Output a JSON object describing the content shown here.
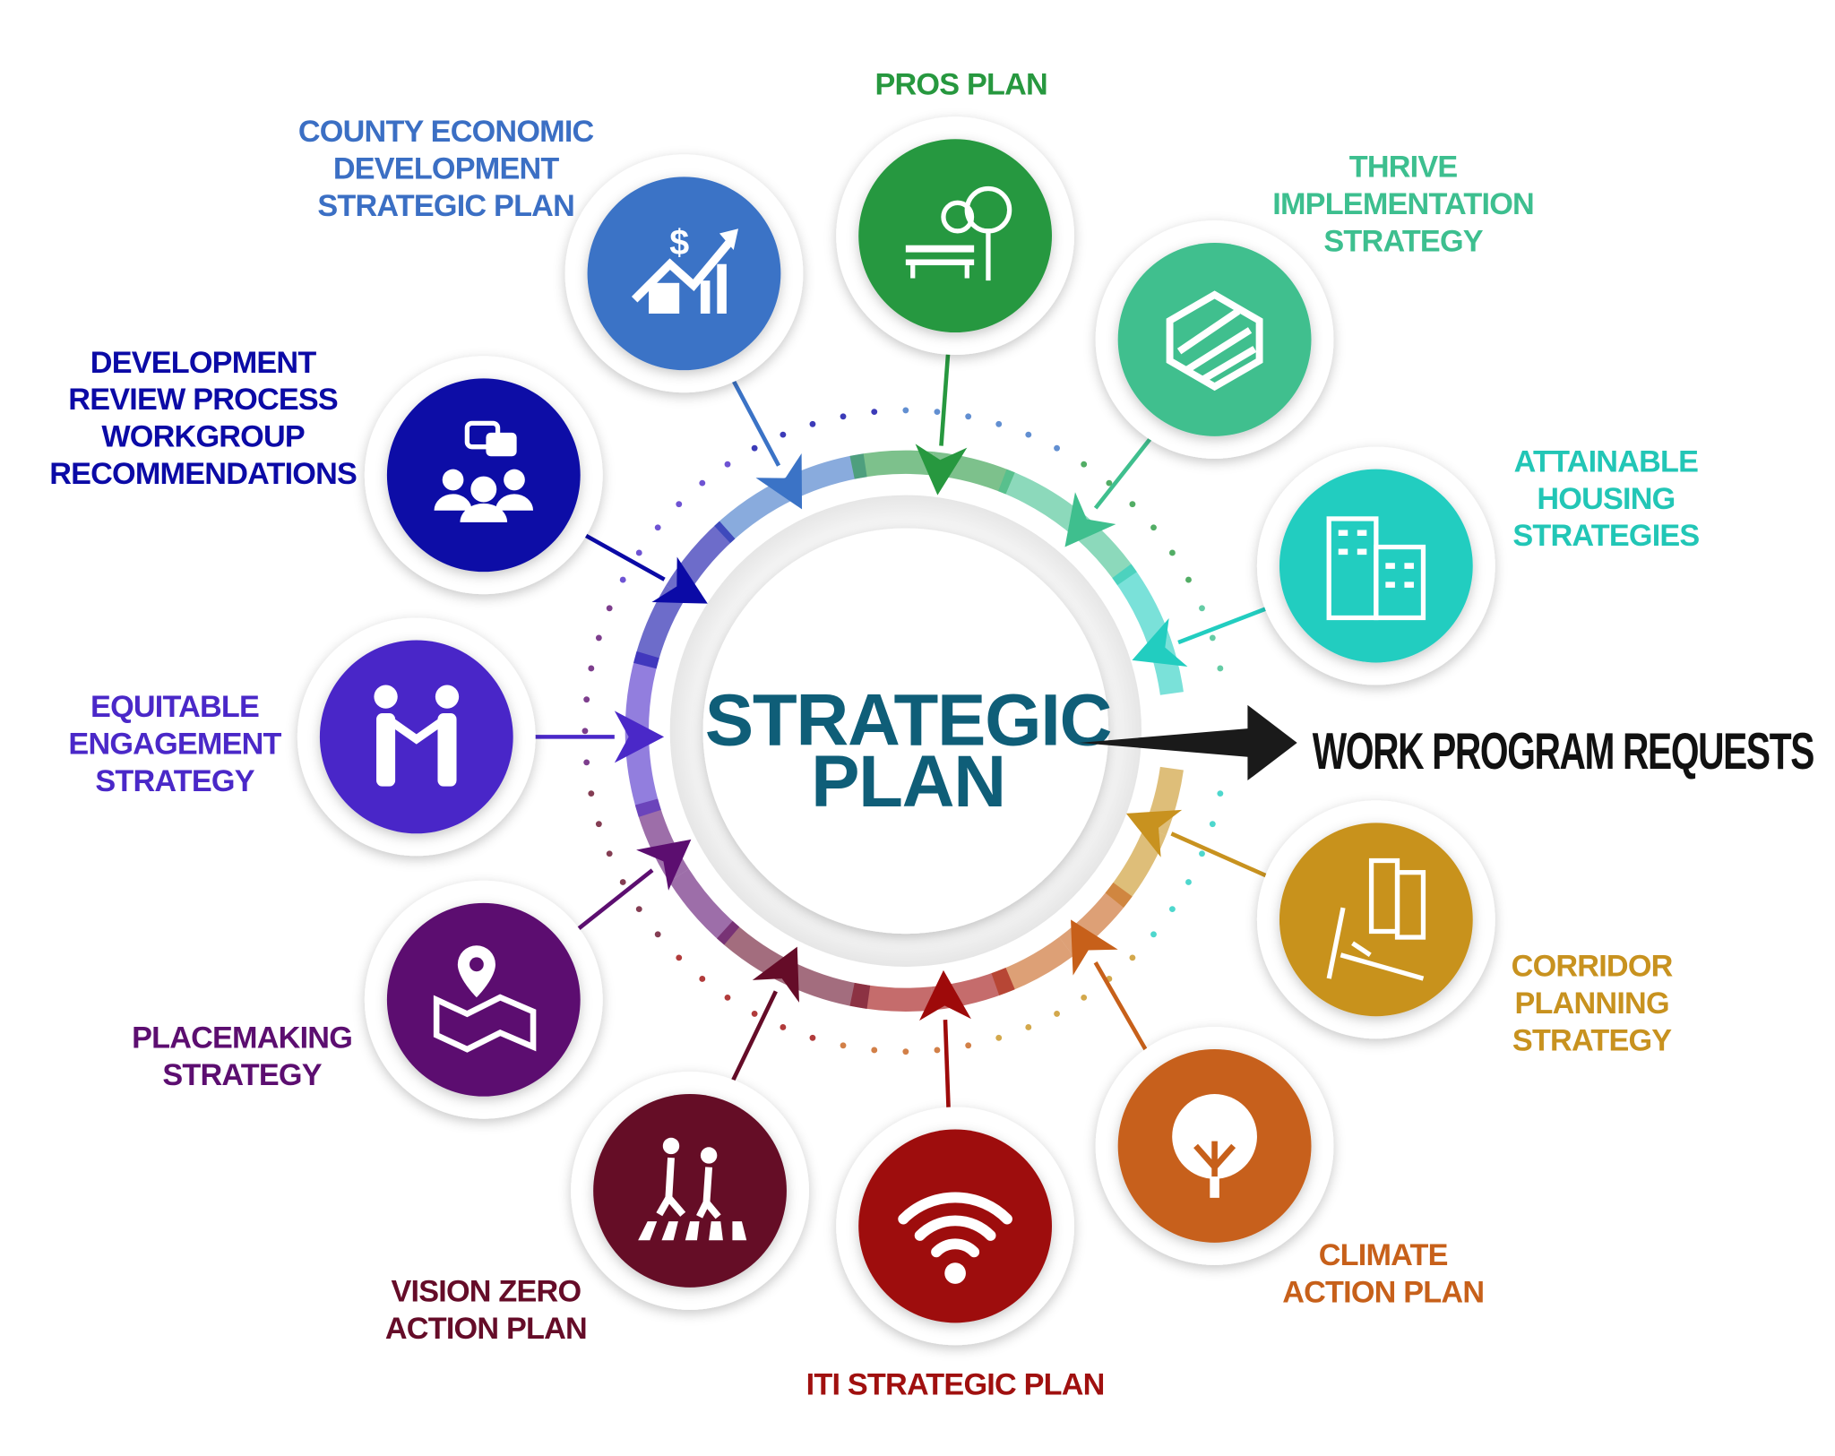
{
  "center": {
    "line1": "STRATEGIC",
    "line2": "PLAN",
    "color": "#0f5e78"
  },
  "output": {
    "label": "WORK PROGRAM REQUESTS",
    "color": "#1a1a1a"
  },
  "nodes": [
    {
      "id": "county-economic",
      "lines": [
        "COUNTY ECONOMIC",
        "DEVELOPMENT",
        "STRATEGIC PLAN"
      ],
      "color": "#3b73c6",
      "label_color": "#3b6fc4",
      "icon": "house-dollar-growth-icon"
    },
    {
      "id": "pros-plan",
      "lines": [
        "PROS PLAN"
      ],
      "color": "#27983f",
      "label_color": "#27983f",
      "icon": "park-bench-trees-icon"
    },
    {
      "id": "thrive",
      "lines": [
        "THRIVE",
        "IMPLEMENTATION",
        "STRATEGY"
      ],
      "color": "#3fbf8e",
      "label_color": "#3dbf8f",
      "icon": "thrive-logo-icon"
    },
    {
      "id": "attainable-housing",
      "lines": [
        "ATTAINABLE",
        "HOUSING",
        "STRATEGIES"
      ],
      "color": "#22cdc0",
      "label_color": "#22c6b6",
      "icon": "buildings-icon"
    },
    {
      "id": "corridor-planning",
      "lines": [
        "CORRIDOR",
        "PLANNING",
        "STRATEGY"
      ],
      "color": "#c8921f",
      "label_color": "#c8921f",
      "icon": "corridor-street-icon"
    },
    {
      "id": "climate-action",
      "lines": [
        "CLIMATE",
        "ACTION PLAN"
      ],
      "color": "#c7601a",
      "label_color": "#c7601a",
      "icon": "tree-icon"
    },
    {
      "id": "iti-strategic",
      "lines": [
        "ITI STRATEGIC PLAN"
      ],
      "color": "#9e0a0a",
      "label_color": "#a0100f",
      "icon": "wifi-icon"
    },
    {
      "id": "vision-zero",
      "lines": [
        "VISION ZERO",
        "ACTION PLAN"
      ],
      "color": "#650c28",
      "label_color": "#650c28",
      "icon": "pedestrians-crosswalk-icon"
    },
    {
      "id": "placemaking",
      "lines": [
        "PLACEMAKING",
        "STRATEGY"
      ],
      "color": "#5c0e70",
      "label_color": "#5c0e70",
      "icon": "map-pin-icon"
    },
    {
      "id": "equitable-engagement",
      "lines": [
        "EQUITABLE",
        "ENGAGEMENT",
        "STRATEGY"
      ],
      "color": "#4a28c8",
      "label_color": "#4a28c8",
      "icon": "handshake-people-icon"
    },
    {
      "id": "development-review",
      "lines": [
        "DEVELOPMENT",
        "REVIEW PROCESS",
        "WORKGROUP",
        "RECOMMENDATIONS"
      ],
      "color": "#0b0aa6",
      "label_color": "#0b0aa6",
      "icon": "group-discussion-icon"
    }
  ]
}
